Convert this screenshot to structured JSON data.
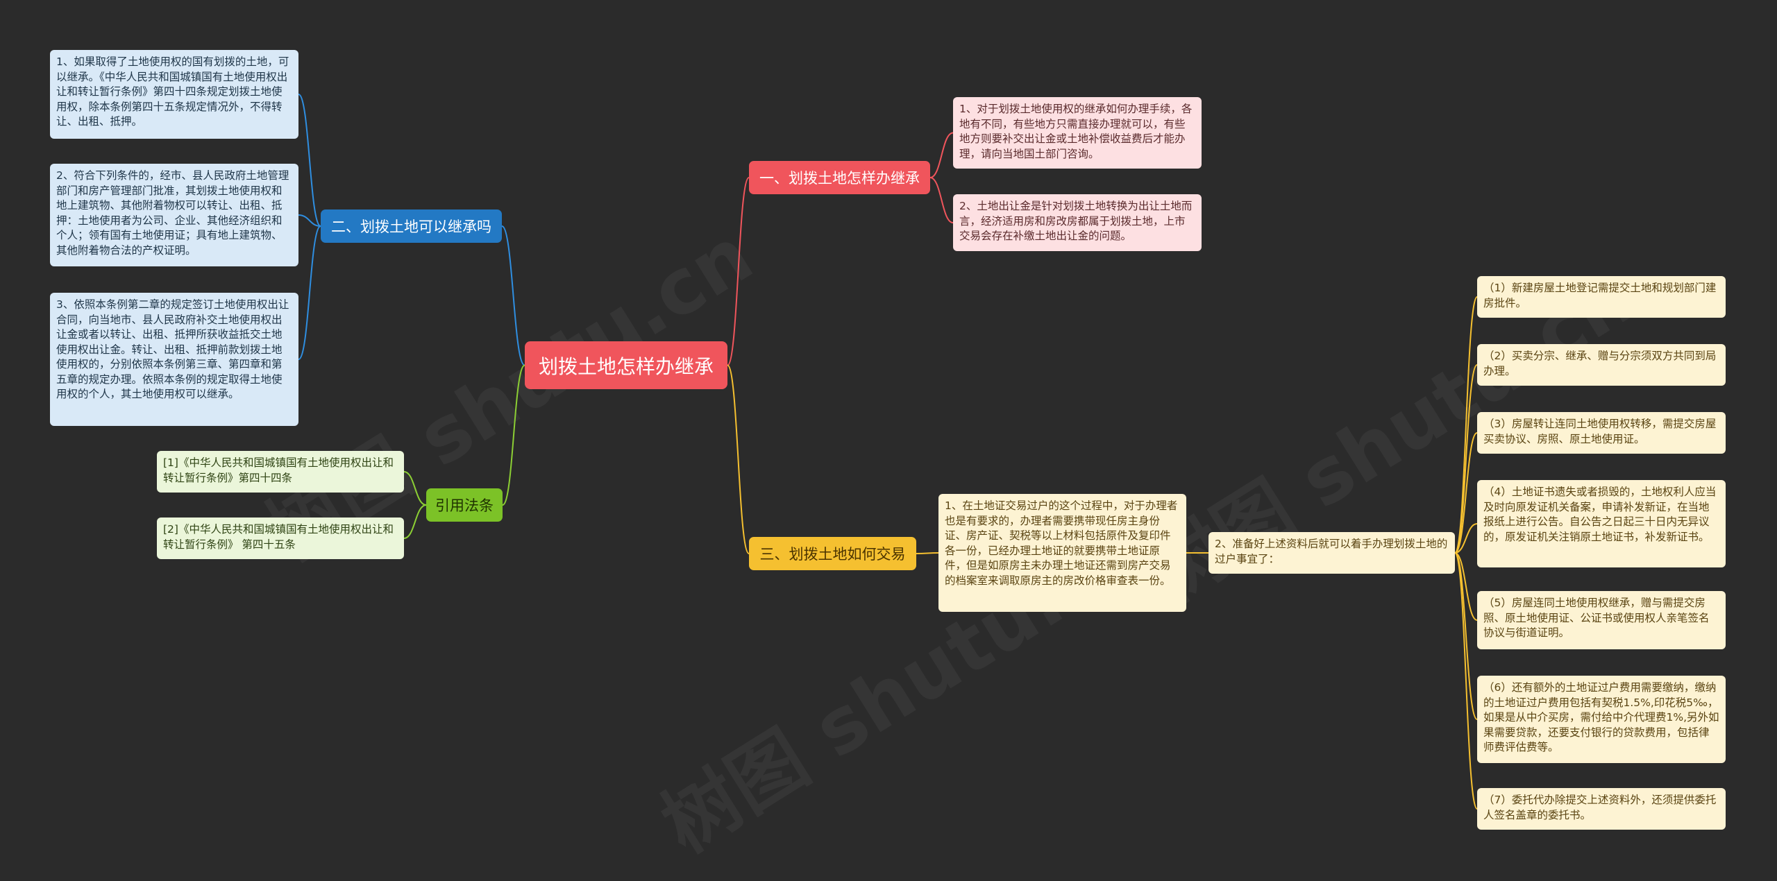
{
  "central": {
    "text": "划拨土地怎样办继承"
  },
  "watermarks": [
    "树图 shutu.cn",
    "树图 shutu.cn",
    "树图 shutu.cn"
  ],
  "branches": {
    "inherit_how": {
      "label": "一、划拨土地怎样办继承",
      "items": [
        "1、对于划拨土地使用权的继承如何办理手续，各地有不同，有些地方只需直接办理就可以，有些地方则要补交出让金或土地补偿收益费后才能办理，请向当地国土部门咨询。",
        "2、土地出让金是针对划拨土地转换为出让土地而言，经济适用房和房改房都属于划拨土地，上市交易会存在补缴土地出让金的问题。"
      ]
    },
    "can_inherit": {
      "label": "二、划拨土地可以继承吗",
      "items": [
        "1、如果取得了土地使用权的国有划拨的土地，可以继承。《中华人民共和国城镇国有土地使用权出让和转让暂行条例》第四十四条规定划拨土地使用权，除本条例第四十五条规定情况外，不得转让、出租、抵押。",
        "2、符合下列条件的，经市、县人民政府土地管理部门和房产管理部门批准，其划拨土地使用权和地上建筑物、其他附着物权可以转让、出租、抵押：土地使用者为公司、企业、其他经济组织和个人；领有国有土地使用证；具有地上建筑物、其他附着物合法的产权证明。",
        "3、依照本条例第二章的规定签订土地使用权出让合同，向当地市、县人民政府补交土地使用权出让金或者以转让、出租、抵押所获收益抵交土地使用权出让金。转让、出租、抵押前款划拨土地使用权的，分别依照本条例第三章、第四章和第五章的规定办理。依照本条例的规定取得土地使用权的个人，其土地使用权可以继承。"
      ]
    },
    "citations": {
      "label": "引用法条",
      "items": [
        "[1]《中华人民共和国城镇国有土地使用权出让和转让暂行条例》第四十四条",
        "[2]《中华人民共和国城镇国有土地使用权出让和转让暂行条例》 第四十五条"
      ]
    },
    "transaction": {
      "label": "三、划拨土地如何交易",
      "step1": "1、在土地证交易过户的这个过程中，对于办理者也是有要求的，办理者需要携带现任房主身份证、房产证、契税等以上材料包括原件及复印件各一份，已经办理土地证的就要携带土地证原件，但是如原房主未办理土地证还需到房产交易的档案室来调取原房主的房改价格审查表一份。",
      "step2": "2、准备好上述资料后就可以着手办理划拨土地的过户事宜了：",
      "items": [
        "（1）新建房屋土地登记需提交土地和规划部门建房批件。",
        "（2）买卖分宗、继承、赠与分宗须双方共同到局办理。",
        "（3）房屋转让连同土地使用权转移，需提交房屋买卖协议、房照、原土地使用证。",
        "（4）土地证书遗失或者损毁的，土地权利人应当及时向原发证机关备案，申请补发新证，在当地报纸上进行公告。自公告之日起三十日内无异议的，原发证机关注销原土地证书，补发新证书。",
        "（5）房屋连同土地使用权继承，赠与需提交房照、原土地使用证、公证书或使用权人亲笔签名协议与街道证明。",
        "（6）还有额外的土地证过户费用需要缴纳，缴纳的土地证过户费用包括有契税1.5%,印花税5‰，如果是从中介买房，需付给中介代理费1%,另外如果需要贷款，还要支付银行的贷款费用，包括律师费评估费等。",
        "（7）委托代办除提交上述资料外，还须提供委托人签名盖章的委托书。"
      ]
    }
  },
  "colors": {
    "background": "#2b2b2b",
    "red": "#f0555c",
    "blue": "#2379c4",
    "green": "#7cc227",
    "yellow": "#f5c030",
    "red_link": "#f0555c",
    "blue_link": "#2f8ee0",
    "green_link": "#8ccf34",
    "yellow_link": "#f5c030"
  }
}
